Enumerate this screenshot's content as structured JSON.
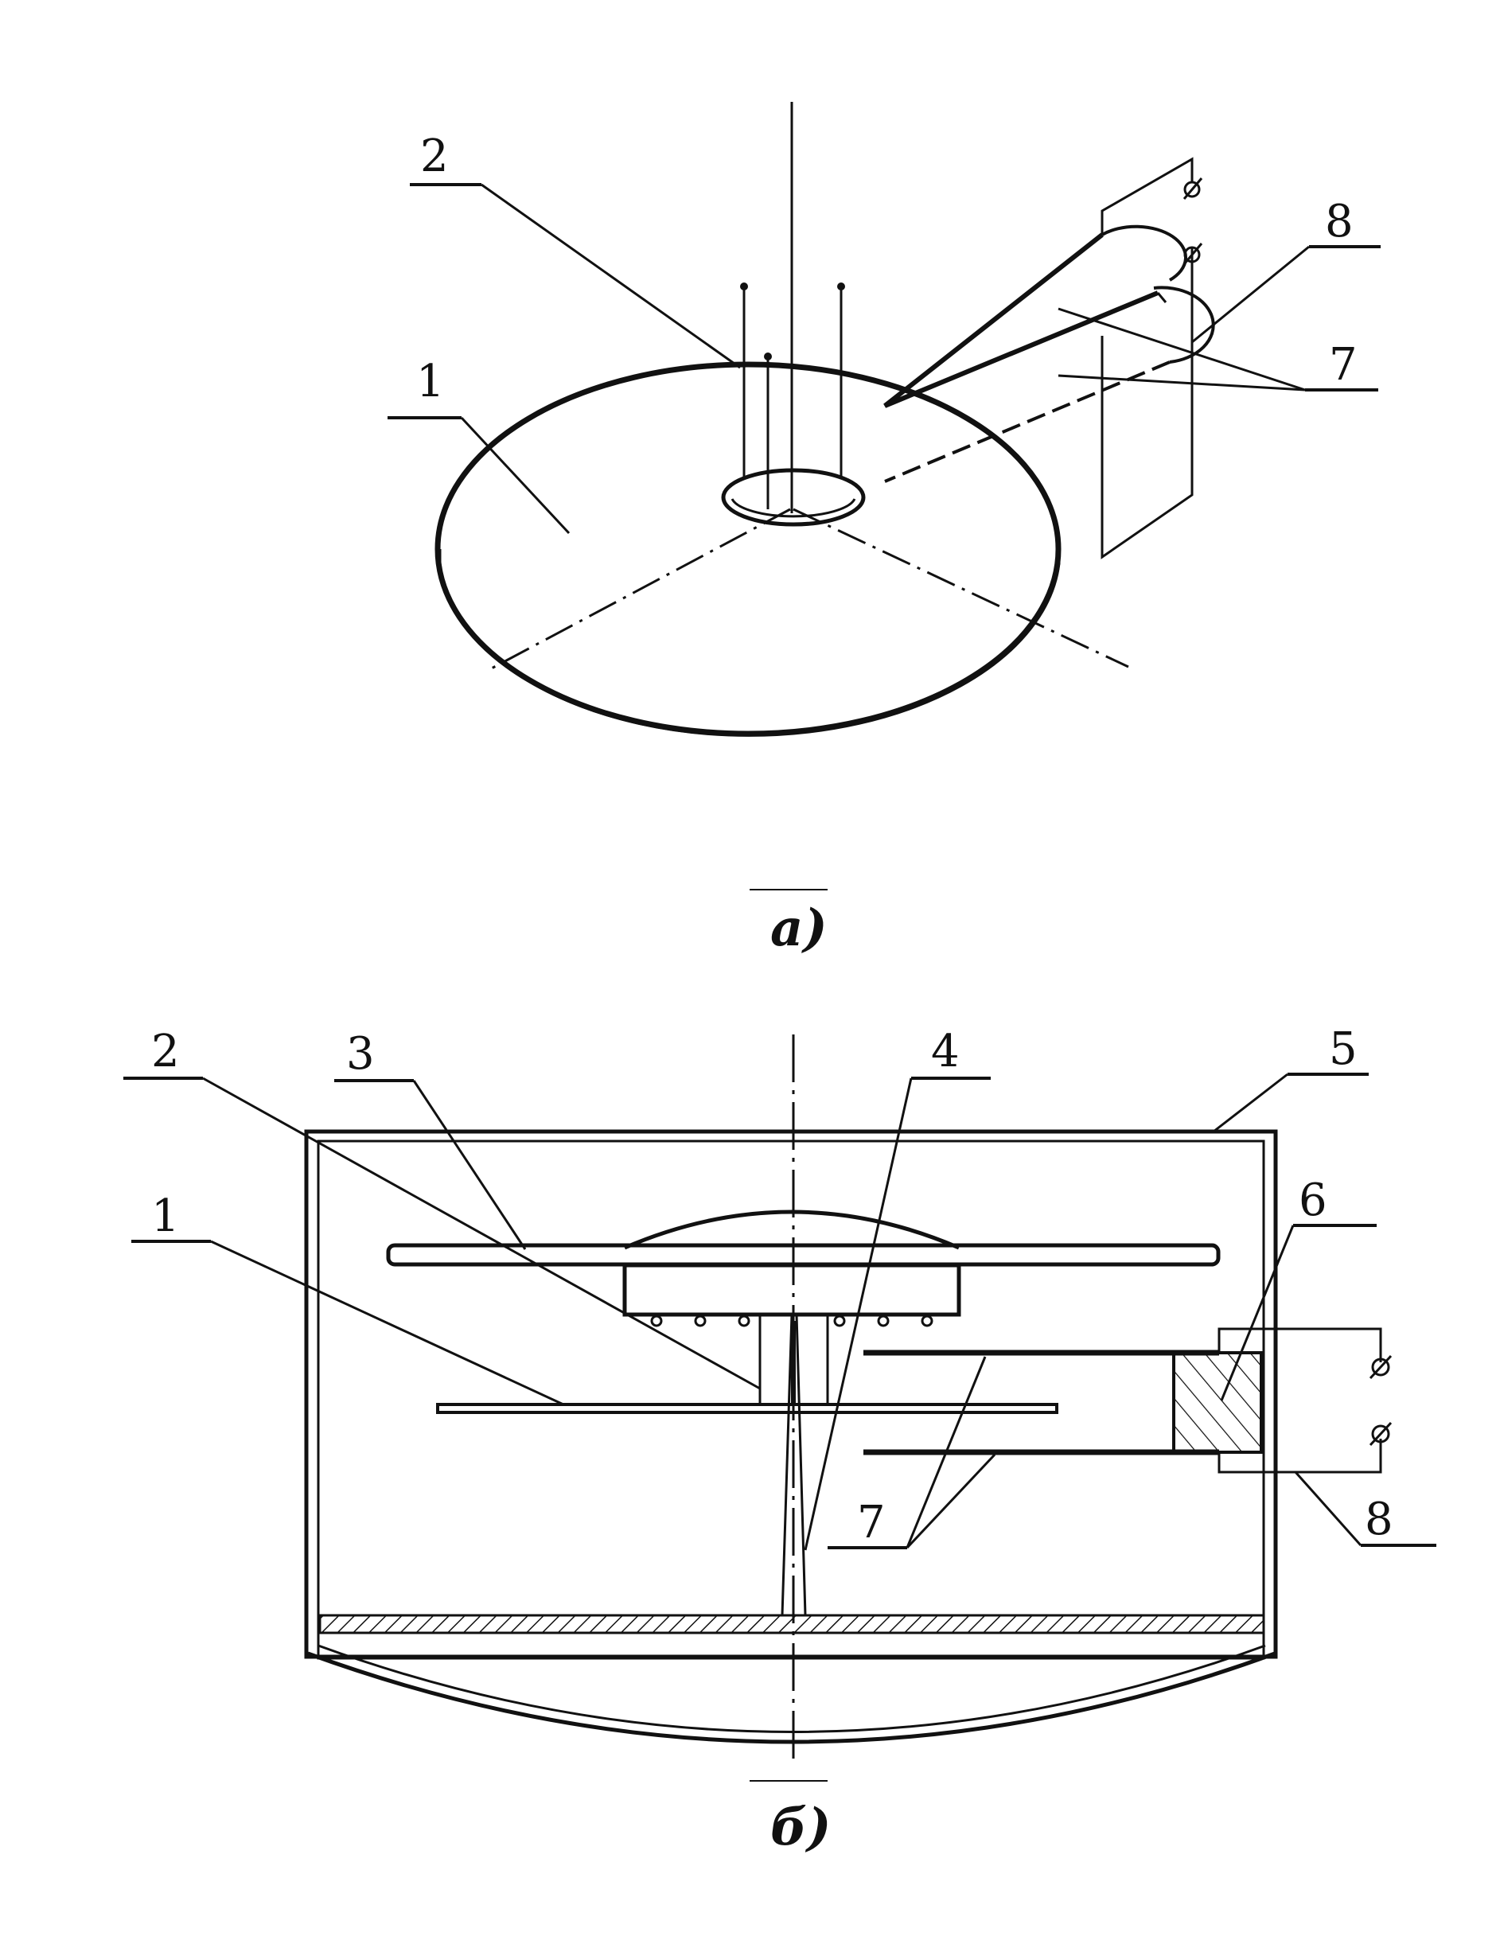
{
  "figure_a": {
    "caption": "a)",
    "labels": {
      "l1": "1",
      "l2": "2",
      "l7": "7",
      "l8": "8"
    }
  },
  "figure_b": {
    "caption": "б)",
    "labels": {
      "l1": "1",
      "l2": "2",
      "l3": "3",
      "l4": "4",
      "l5": "5",
      "l6": "6",
      "l7": "7",
      "l8": "8"
    }
  },
  "colors": {
    "ink": "#111111",
    "background": "#ffffff"
  }
}
